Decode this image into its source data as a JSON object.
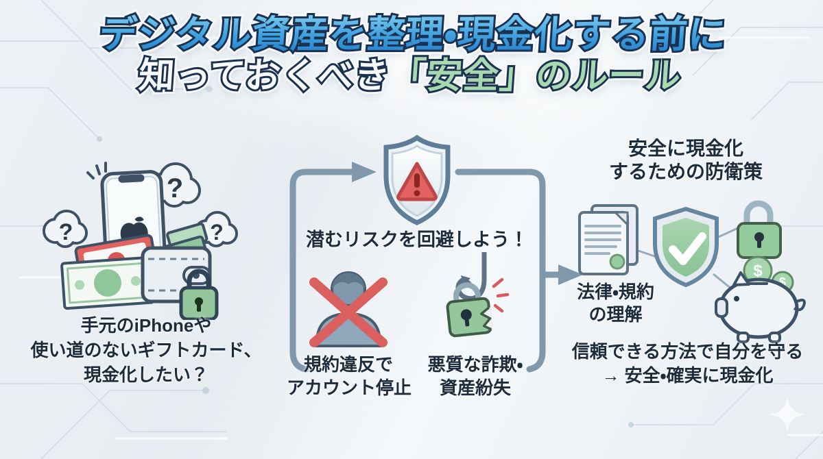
{
  "title": {
    "line1": "デジタル資産を整理・現金化する前に",
    "line2_white": "知っておくべき",
    "line2_green": "「安全」のルール"
  },
  "left": {
    "caption": [
      "手元のiPhoneや",
      "使い道のないギフトカード、",
      "現金化したい？"
    ]
  },
  "center": {
    "headline": "潜むリスクを回避しよう！",
    "risk_account": [
      "規約違反で",
      "アカウント停止"
    ],
    "risk_scam": [
      "悪質な詐欺・",
      "資産紛失"
    ]
  },
  "right": {
    "header": [
      "安全に現金化",
      "するための防衛策"
    ],
    "doc_caption": [
      "法律・規約",
      "の理解"
    ],
    "footer": [
      "信頼できる方法で自分を守る",
      "→ 安全・確実に現金化"
    ]
  },
  "glyphs": {
    "question_mark": "?",
    "dollar_sign": "$"
  },
  "icons": [
    "question-bubble-icon",
    "smartphone-icon",
    "apple-logo-icon",
    "banknote-icon",
    "gift-card-icon",
    "wallet-icon",
    "padlock-icon",
    "warning-shield-icon",
    "banned-user-icon",
    "phishing-hook-icon",
    "broken-padlock-icon",
    "document-icon",
    "check-shield-icon",
    "green-padlock-icon",
    "piggy-bank-icon",
    "dollar-coin-icon",
    "sparkle-icon",
    "flow-arrow-icon"
  ],
  "colors": {
    "background": "#e9edf2",
    "title_blue": "#2e8fd4",
    "title_green": "#a8d8b0",
    "text_navy": "#1d2c3c",
    "arrow_steel_blue": "#7f98ac",
    "alert_red": "#d95b5b",
    "icon_green": "#94c89c",
    "outline_slate": "#3e5165"
  }
}
